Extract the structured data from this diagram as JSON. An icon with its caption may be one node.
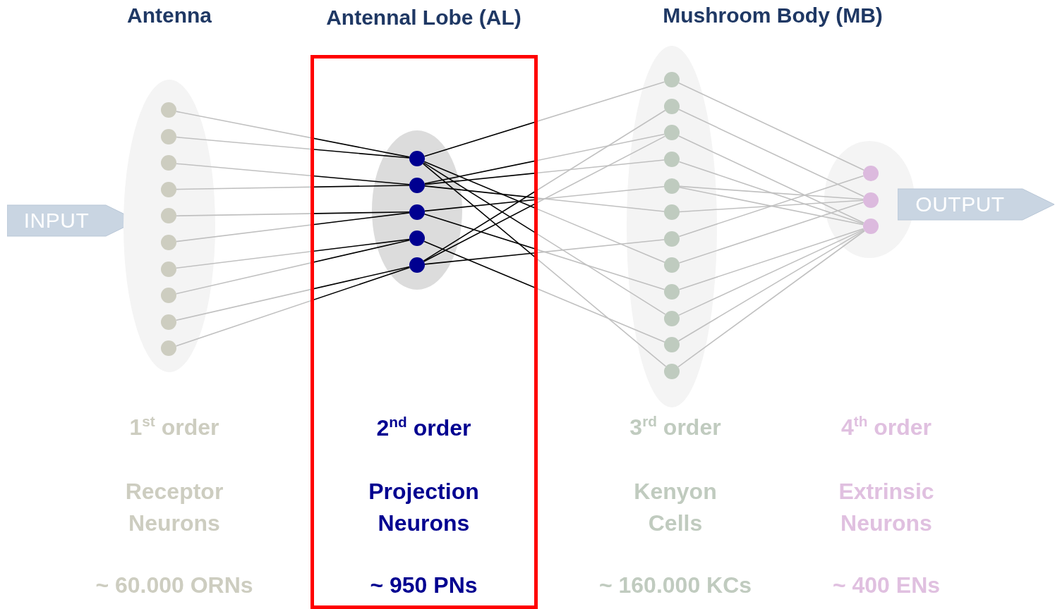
{
  "diagram": {
    "nodes": [
      {
        "text": [
          "INPUT"
        ]
      },
      {
        "text": [
          "Antenna"
        ]
      },
      {
        "text": [],
        "shape": "circle",
        "in": 1
      },
      {
        "text": [],
        "shape": "circle",
        "in": 1
      },
      {
        "text": [],
        "shape": "circle",
        "in": 1
      },
      {
        "text": [],
        "shape": "circle",
        "in": 1
      },
      {
        "text": [],
        "shape": "circle",
        "in": 1
      },
      {
        "text": [],
        "shape": "circle",
        "in": 1
      },
      {
        "text": [],
        "shape": "circle",
        "in": 1
      },
      {
        "text": [],
        "shape": "circle",
        "in": 1
      },
      {
        "text": [],
        "shape": "circle",
        "in": 1
      },
      {
        "text": [],
        "shape": "circle",
        "in": 1
      },
      {
        "text": [
          "Antennal Lobe (AL)",
          "2$^{nd}$ order",
          "Projection Neurons",
          "~ 950 PNs"
        ]
      },
      {
        "text": [],
        "shape": "ellipse",
        "in": 12
      },
      {
        "text": [],
        "shape": "circle",
        "in": 13
      },
      {
        "text": [],
        "shape": "circle",
        "in": 13
      },
      {
        "text": [],
        "shape": "circle",
        "in": 13
      },
      {
        "text": [],
        "shape": "circle",
        "in": 13
      },
      {
        "text": [],
        "shape": "circle",
        "in": 13
      },
      {
        "text": [
          "Mushroom Body (MB)"
        ]
      },
      {
        "text": [],
        "shape": "circle",
        "in": 19
      },
      {
        "text": [],
        "shape": "circle",
        "in": 19
      },
      {
        "text": [],
        "shape": "circle",
        "in": 19
      },
      {
        "text": [],
        "shape": "circle",
        "in": 19
      },
      {
        "text": [],
        "shape": "circle",
        "in": 19
      },
      {
        "text": [],
        "shape": "circle",
        "in": 19
      },
      {
        "text": [],
        "shape": "circle",
        "in": 19
      },
      {
        "text": [],
        "shape": "circle",
        "in": 19
      },
      {
        "text": [],
        "shape": "circle",
        "in": 19
      },
      {
        "text": [],
        "shape": "circle",
        "in": 19
      },
      {
        "text": [],
        "shape": "circle",
        "in": 19
      },
      {
        "text": [],
        "shape": "circle",
        "in": 19
      },
      {
        "text": [],
        "shape": "ellipse"
      },
      {
        "text": [],
        "shape": "circle",
        "in": 32
      },
      {
        "text": [],
        "shape": "circle",
        "in": 32
      },
      {
        "text": [],
        "shape": "circle",
        "in": 32
      },
      {
        "text": [
          "OUTPUT"
        ]
      }
    ],
    "edges": [
      {
        "from": 2,
        "to": 14,
        "arrow": "none"
      },
      {
        "from": 3,
        "to": 14,
        "arrow": "none"
      },
      {
        "from": 4,
        "to": 15,
        "arrow": "none"
      },
      {
        "from": 5,
        "to": 15,
        "arrow": "none"
      },
      {
        "from": 6,
        "to": 16,
        "arrow": "none"
      },
      {
        "from": 7,
        "to": 16,
        "arrow": "none"
      },
      {
        "from": 8,
        "to": 17,
        "arrow": "none"
      },
      {
        "from": 9,
        "to": 17,
        "arrow": "none"
      },
      {
        "from": 10,
        "to": 18,
        "arrow": "none"
      },
      {
        "from": 11,
        "to": 18,
        "arrow": "none"
      },
      {
        "from": 14,
        "to": 20,
        "arrow": "none"
      },
      {
        "from": 14,
        "to": 27,
        "arrow": "none"
      },
      {
        "from": 14,
        "to": 29,
        "arrow": "none"
      },
      {
        "from": 14,
        "to": 31,
        "arrow": "none"
      },
      {
        "from": 15,
        "to": 22,
        "arrow": "none"
      },
      {
        "from": 15,
        "to": 23,
        "arrow": "none"
      },
      {
        "from": 15,
        "to": 25,
        "arrow": "none"
      },
      {
        "from": 16,
        "to": 24,
        "arrow": "none"
      },
      {
        "from": 16,
        "to": 28,
        "arrow": "none"
      },
      {
        "from": 17,
        "to": 30,
        "arrow": "none"
      },
      {
        "from": 18,
        "to": 21,
        "arrow": "none"
      },
      {
        "from": 18,
        "to": 22,
        "arrow": "none"
      },
      {
        "from": 18,
        "to": 26,
        "arrow": "none"
      },
      {
        "from": 20,
        "to": 33,
        "arrow": "none"
      },
      {
        "from": 21,
        "to": 34,
        "arrow": "none"
      },
      {
        "from": 22,
        "to": 35,
        "arrow": "none"
      },
      {
        "from": 23,
        "to": 35,
        "arrow": "none"
      },
      {
        "from": 24,
        "to": 34,
        "arrow": "none"
      },
      {
        "from": 24,
        "to": 35,
        "arrow": "none"
      },
      {
        "from": 25,
        "to": 34,
        "arrow": "none"
      },
      {
        "from": 26,
        "to": 33,
        "arrow": "none"
      },
      {
        "from": 27,
        "to": 34,
        "arrow": "none"
      },
      {
        "from": 28,
        "to": 35,
        "arrow": "none"
      },
      {
        "from": 29,
        "to": 35,
        "arrow": "none"
      },
      {
        "from": 30,
        "to": 35,
        "arrow": "none"
      },
      {
        "from": 31,
        "to": 35,
        "arrow": "none"
      }
    ],
    "labels": [
      "1$^{st}$ order",
      "3$^{rd}$ order",
      "4$^{th}$ order",
      "Receptor Neurons",
      "Kenyon Cells",
      "Extrinsic Neurons",
      "~ 60.000 ORNs",
      "~ 160.000 KCs",
      "~ 400 ENs"
    ]
  }
}
